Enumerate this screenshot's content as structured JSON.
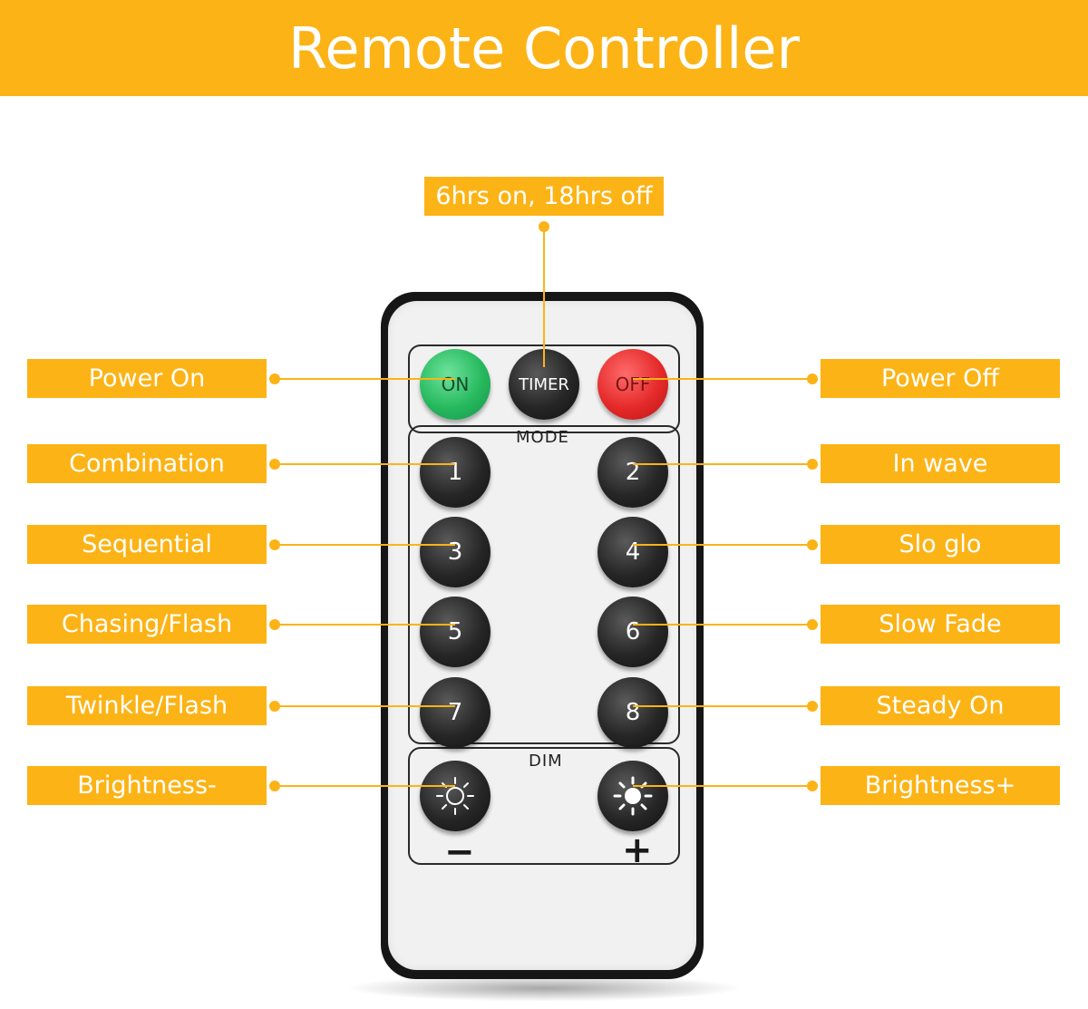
{
  "title": "Remote Controller",
  "timer_callout": "6hrs on, 18hrs off",
  "left_labels": {
    "power_on": "Power On",
    "mode1": "Combination",
    "mode3": "Sequential",
    "mode5": "Chasing/Flash",
    "mode7": "Twinkle/Flash",
    "dim_minus": "Brightness-"
  },
  "right_labels": {
    "power_off": "Power Off",
    "mode2": "In wave",
    "mode4": "Slo glo",
    "mode6": "Slow Fade",
    "mode8": "Steady On",
    "dim_plus": "Brightness+"
  },
  "remote": {
    "on": "ON",
    "timer": "TIMER",
    "off": "OFF",
    "mode_heading": "MODE",
    "dim_heading": "DIM",
    "minus": "−",
    "plus": "+",
    "b1": "1",
    "b2": "2",
    "b3": "3",
    "b4": "4",
    "b5": "5",
    "b6": "6",
    "b7": "7",
    "b8": "8",
    "dim_minus_icon": "sun-outline-icon",
    "dim_plus_icon": "sun-filled-icon"
  },
  "colors": {
    "accent": "#fcb316",
    "on_button": "#27b95e",
    "off_button": "#e52a2a",
    "remote_body": "#161616"
  }
}
